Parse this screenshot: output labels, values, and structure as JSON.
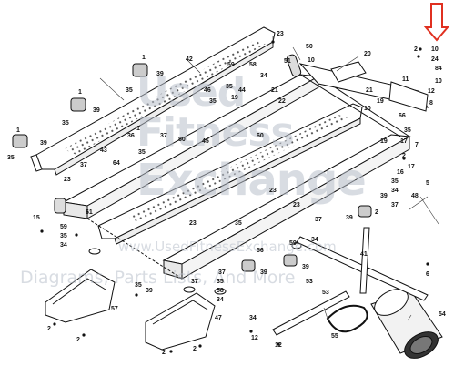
{
  "watermark": {
    "line1": "Used",
    "line2": "Fitness",
    "line3": "Exchange",
    "url": "www.UsedFitnessExchange.com",
    "tagline": "Diagrams, Parts Lists, And More"
  },
  "callouts": {
    "c2_top": "2",
    "c10a": "10",
    "c24": "24",
    "c84": "84",
    "c10b": "10",
    "c12": "12",
    "c11": "11",
    "c8": "8",
    "c20": "20",
    "c50": "50",
    "c51": "51",
    "c10c": "10",
    "c23_top": "23",
    "c42": "42",
    "c1_a": "1",
    "c39_a": "39",
    "c35_a": "35",
    "c1_b": "1",
    "c39_b": "39",
    "c35_b": "35",
    "c1_c": "1",
    "c39_c": "39",
    "c35_c": "35",
    "c23_left": "23",
    "c43": "43",
    "c37_left": "37",
    "c64": "64",
    "c61": "61",
    "c59_a": "59",
    "c58_a": "58",
    "c34_a": "34",
    "c46": "46",
    "c35_mid": "35",
    "c44": "44",
    "c19_a": "19",
    "c35_d": "35",
    "c21": "21",
    "c22": "22",
    "c35_e": "35",
    "c21_b": "21",
    "c19_b": "19",
    "c10_mid": "10",
    "c66": "66",
    "c35_f": "35",
    "c19_c": "19",
    "c45": "45",
    "c1_mid": "1",
    "c36": "36",
    "c37_a": "37",
    "c80": "80",
    "c60": "60",
    "c17": "17",
    "c7": "7",
    "c2_r": "2",
    "c17_r": "17",
    "c16": "16",
    "c5": "5",
    "c35_r": "35",
    "c39_r": "39",
    "c34_r": "34",
    "c37_r": "37",
    "c2_r2": "2",
    "c48": "48",
    "c39_r2": "39",
    "c23_mid": "23",
    "c35_g": "35",
    "c23_m2": "23",
    "c23_m3": "23",
    "c15": "15",
    "c59_b": "59",
    "c34_b": "34",
    "c35_h": "35",
    "c56": "56",
    "c37_b": "37",
    "c39_m": "39",
    "c34_c": "34",
    "c37_c": "37",
    "c41": "41",
    "c39_m2": "39",
    "c35_i": "35",
    "c59_c": "59",
    "c58_b": "58",
    "c34_d": "34",
    "c39_m3": "39",
    "c37_d": "37",
    "c35_j": "35",
    "c6": "6",
    "c53": "53",
    "c57": "57",
    "c47": "47",
    "c2_a": "2",
    "c2_b": "2",
    "c2_c": "2",
    "c2_d": "2",
    "c34_e": "34",
    "c12_b": "12",
    "c55": "55",
    "c54": "54",
    "c53_b": "53",
    "c12_c": "12"
  }
}
